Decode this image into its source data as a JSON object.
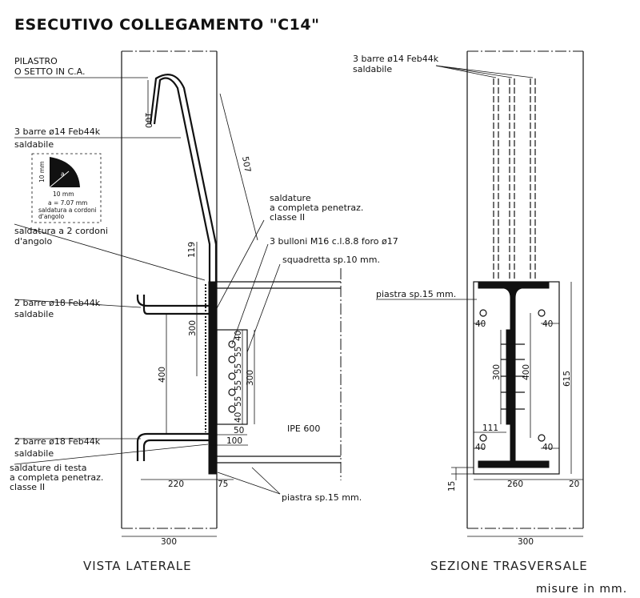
{
  "title": "ESECUTIVO COLLEGAMENTO \"C14\"",
  "units": "misure in mm.",
  "side_view": {
    "title": "VISTA LATERALE",
    "labels": {
      "pillar": [
        "PILASTRO",
        "O SETTO IN C.A."
      ],
      "bars_top": [
        "3 barre ø14 Feb44k",
        "saldabile"
      ],
      "weld_angle": [
        "saldatura a 2 cordoni",
        "d'angolo"
      ],
      "bars_mid": [
        "2 barre ø18 Feb44k",
        "saldabile"
      ],
      "bars_bottom": [
        "2 barre ø18 Feb44k",
        "saldabile"
      ],
      "butt_weld": [
        "saldature di testa",
        "a completa penetraz.",
        "classe II"
      ],
      "full_weld": [
        "saldature",
        "a completa penetraz.",
        "classe II"
      ],
      "bolts": "3 bulloni M16 c.l.8.8 foro ø17",
      "angle": "squadretta sp.10 mm.",
      "beam": "IPE 600",
      "plate": "piastra sp.15 mm."
    },
    "weld_detail": {
      "leg_v": "10 mm",
      "leg_h": "10 mm",
      "a": "a",
      "throat": "a = 7.07 mm",
      "caption": [
        "saldatura a cordoni",
        "d'angolo"
      ]
    },
    "dims": {
      "d100": "100",
      "d507": "507",
      "d119": "119",
      "d300a": "300",
      "d400": "400",
      "d300b": "300",
      "d40a": "40",
      "d55a": "55",
      "d55b": "55",
      "d55c": "55",
      "d55d": "55",
      "d40b": "40",
      "d50": "50",
      "d100b": "100",
      "d220": "220",
      "d75": "75",
      "d300c": "300"
    }
  },
  "section_view": {
    "title": "SEZIONE TRASVERSALE",
    "labels": {
      "bars": [
        "3 barre ø14 Feb44k",
        "saldabile"
      ],
      "plate": "piastra sp.15 mm."
    },
    "dims": {
      "d40tl": "40",
      "d40tr": "40",
      "d300": "300",
      "d400": "400",
      "d615": "615",
      "d111": "111",
      "d40bl": "40",
      "d40br": "40",
      "d15": "15",
      "d260": "260",
      "d20": "20",
      "d300b": "300"
    }
  }
}
